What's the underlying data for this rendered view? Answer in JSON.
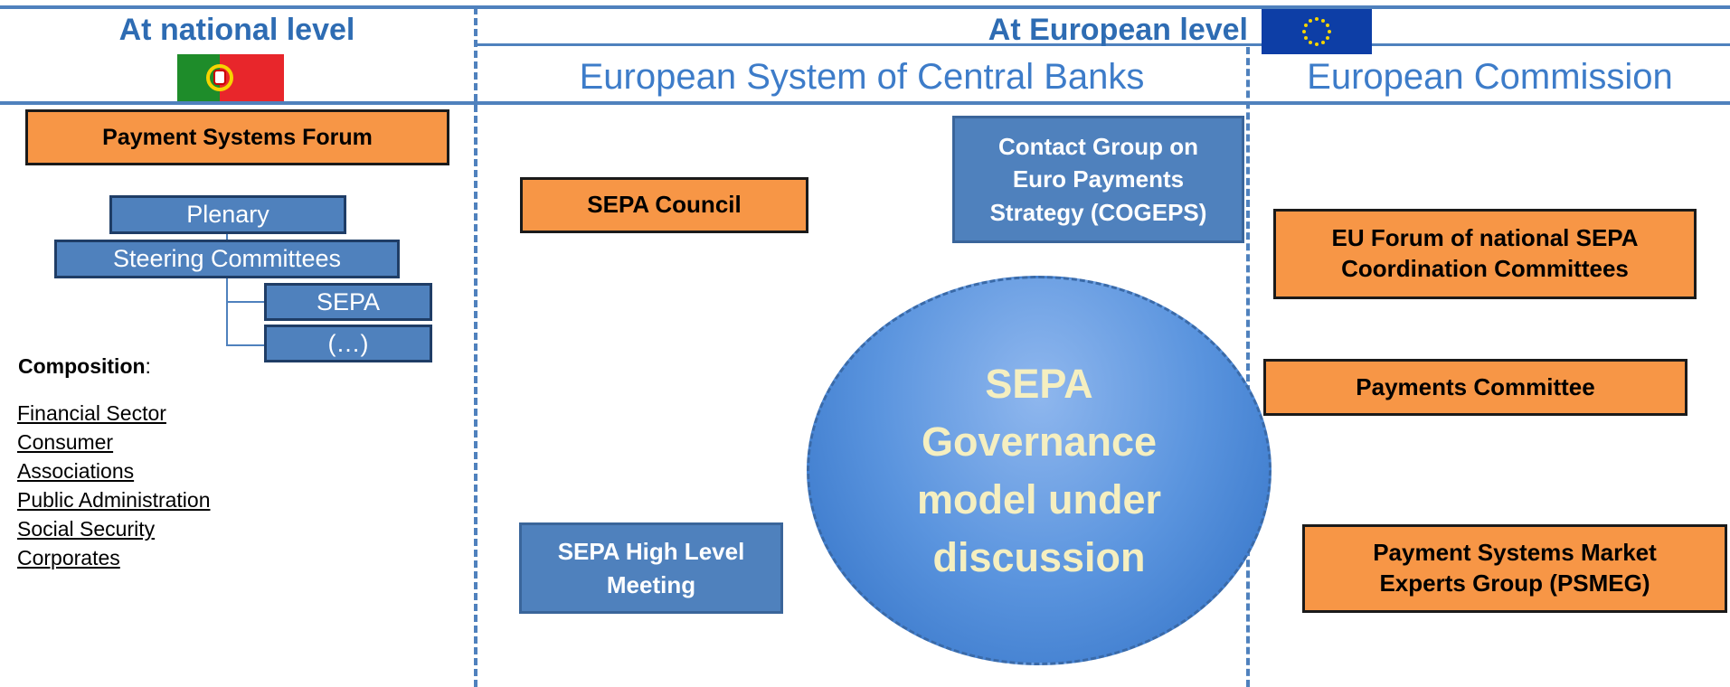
{
  "headers": {
    "national": "At national level",
    "european": "At European level",
    "escb": "European System of Central Banks",
    "commission": "European Commission"
  },
  "national": {
    "forum": "Payment Systems Forum",
    "tree": {
      "plenary": "Plenary",
      "steering": "Steering Committees",
      "sepa": "SEPA",
      "more": "(…)"
    },
    "composition_label": "Composition",
    "composition_colon": ":",
    "composition_items": [
      "Financial Sector",
      "Consumer",
      "Associations",
      "Public Administration",
      "Social Security",
      "Corporates"
    ]
  },
  "escb": {
    "sepa_council": "SEPA Council",
    "cogeps": "Contact Group on Euro Payments Strategy (COGEPS)",
    "high_level_meeting": "SEPA High Level Meeting"
  },
  "center": {
    "text": "SEPA\nGovernance\nmodel under\ndiscussion"
  },
  "commission": {
    "eu_forum": "EU Forum of national SEPA Coordination Committees",
    "payments_committee": "Payments Committee",
    "psmeg": "Payment Systems Market Experts Group (PSMEG)"
  },
  "colors": {
    "orange": "#f79646",
    "blue": "#4f81bd",
    "header_text": "#2e6cb3",
    "flag_green": "#1e8c2a",
    "flag_red": "#e8262b",
    "eu_blue": "#0d3ea6",
    "eu_stars": "#f6d400"
  },
  "icons": [
    "portugal-flag-icon",
    "eu-flag-icon"
  ]
}
